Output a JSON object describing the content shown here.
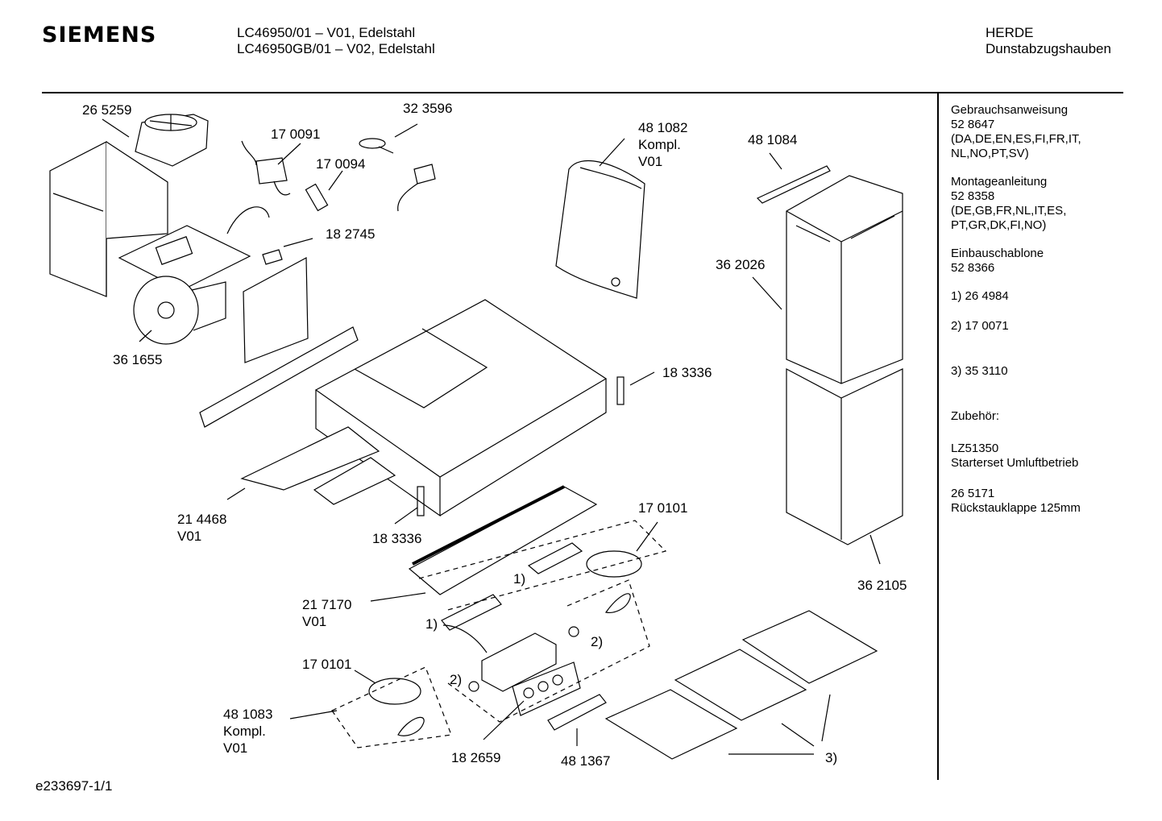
{
  "header": {
    "brand": "SIEMENS",
    "model_lines": [
      "LC46950/01 – V01, Edelstahl",
      "LC46950GB/01 – V02, Edelstahl"
    ],
    "category_lines": [
      "HERDE",
      "Dunstabzugshauben"
    ]
  },
  "labels": {
    "p265259": "26 5259",
    "p170091": "17 0091",
    "p323596": "32 3596",
    "p170094": "17 0094",
    "p481082": [
      "48 1082",
      "Kompl.",
      "V01"
    ],
    "p481084": "48 1084",
    "p182745": "18 2745",
    "p362026": "36 2026",
    "p361655": "36 1655",
    "p183336a": "18 3336",
    "p214468": [
      "21 4468",
      "V01"
    ],
    "p183336b": "18 3336",
    "p170101a": "17 0101",
    "p1a": "1)",
    "p217170": [
      "21 7170",
      "V01"
    ],
    "p1b": "1)",
    "p362105": "36 2105",
    "p2a": "2)",
    "p170101b": "17 0101",
    "p2b": "2)",
    "p481083": [
      "48 1083",
      "Kompl.",
      "V01"
    ],
    "p182659": "18 2659",
    "p481367": "48 1367",
    "p3": "3)"
  },
  "sidebar": {
    "blocks": [
      [
        "Gebrauchsanweisung",
        "52 8647",
        "(DA,DE,EN,ES,FI,FR,IT,",
        "NL,NO,PT,SV)"
      ],
      [
        "Montageanleitung",
        "52 8358",
        "(DE,GB,FR,NL,IT,ES,",
        "PT,GR,DK,FI,NO)"
      ],
      [
        "Einbauschablone",
        "52 8366"
      ],
      [
        "1)  26 4984"
      ],
      [
        "2)  17 0071"
      ],
      [
        "3)  35 3110"
      ],
      [
        "Zubehör:"
      ],
      [
        "LZ51350",
        "Starterset  Umluftbetrieb"
      ],
      [
        "26 5171",
        "Rückstauklappe 125mm"
      ]
    ]
  },
  "footer": {
    "code": "e233697-1/1"
  }
}
